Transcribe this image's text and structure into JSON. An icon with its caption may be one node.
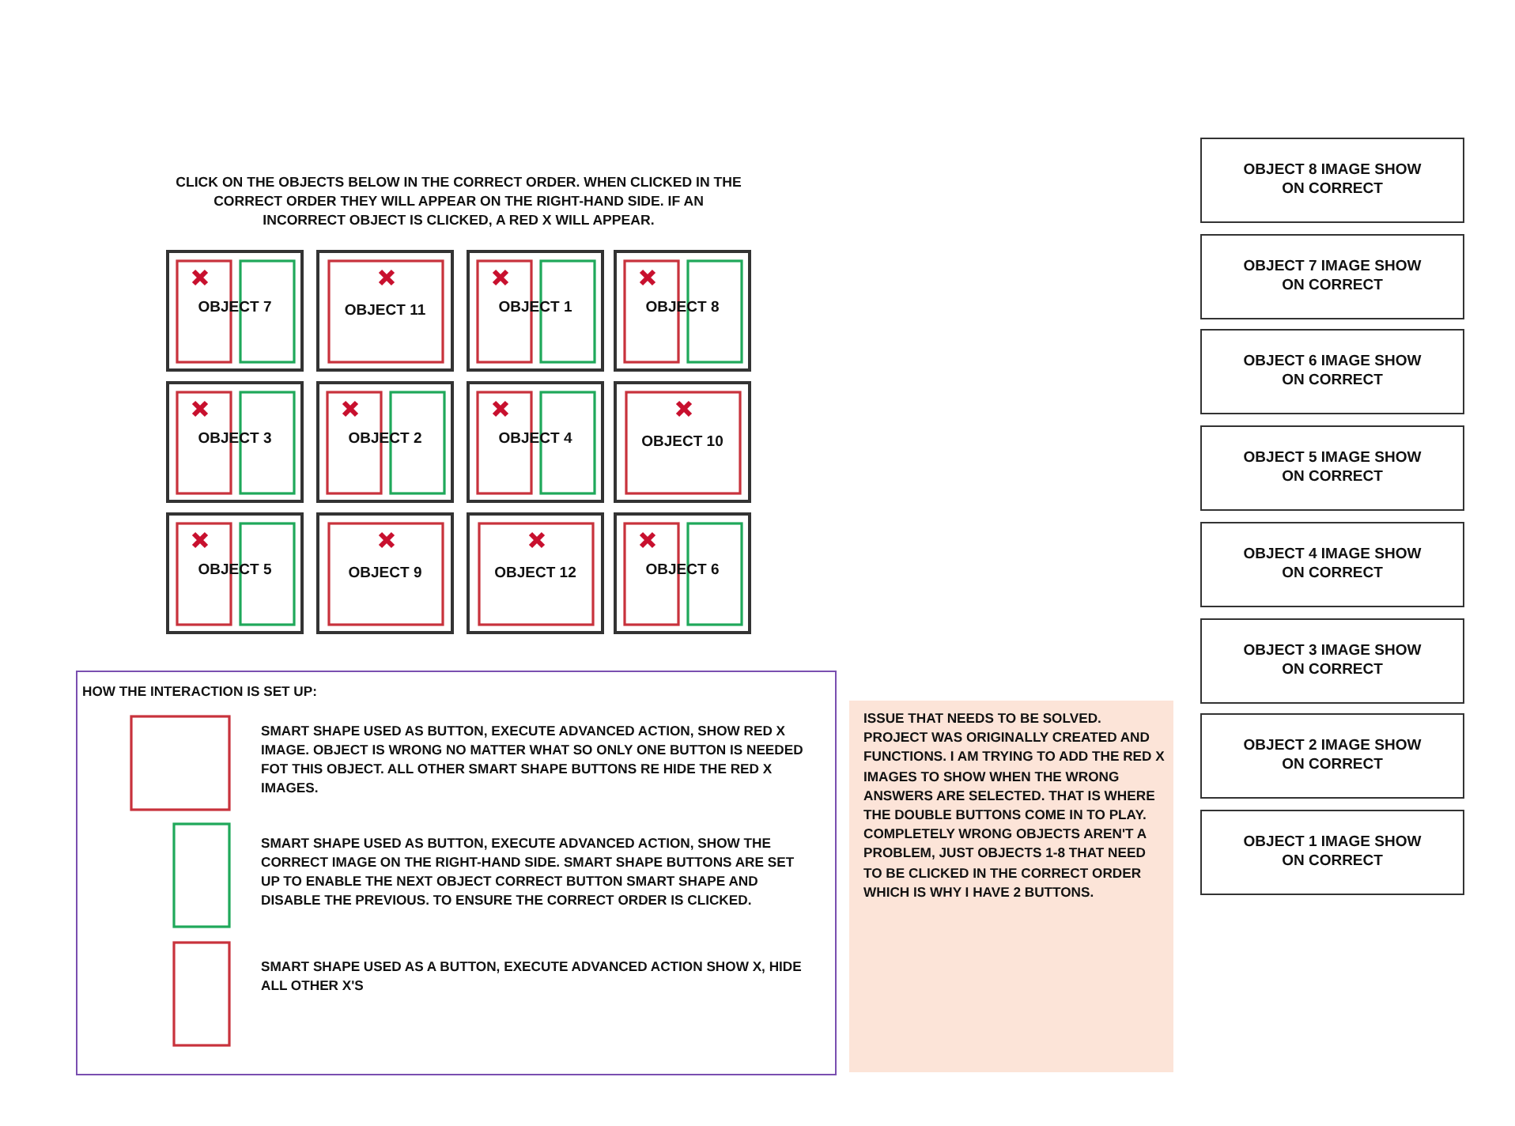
{
  "diagram": {
    "nodes": [
      {
        "text": [
          "OBJECT 7"
        ]
      },
      {
        "text": [
          "OBJECT 11"
        ]
      },
      {
        "text": [
          "OBJECT 1"
        ]
      },
      {
        "text": [
          "OBJECT 8"
        ]
      },
      {
        "text": [
          "OBJECT 3"
        ]
      },
      {
        "text": [
          "OBJECT 2"
        ]
      },
      {
        "text": [
          "OBJECT 4"
        ]
      },
      {
        "text": [
          "OBJECT 10"
        ]
      },
      {
        "text": [
          "OBJECT 5"
        ]
      },
      {
        "text": [
          "OBJECT 9"
        ]
      },
      {
        "text": [
          "OBJECT 12"
        ]
      },
      {
        "text": [
          "OBJECT 6"
        ]
      },
      {
        "text": [
          "OBJECT 8 IMAGE SHOW ON CORRECT"
        ]
      },
      {
        "text": [
          "OBJECT 7 IMAGE SHOW ON CORRECT"
        ]
      },
      {
        "text": [
          "OBJECT 6 IMAGE SHOW ON CORRECT"
        ]
      },
      {
        "text": [
          "OBJECT 5 IMAGE SHOW ON CORRECT"
        ]
      },
      {
        "text": [
          "OBJECT 4 IMAGE SHOW ON CORRECT"
        ]
      },
      {
        "text": [
          "OBJECT 3 IMAGE SHOW ON CORRECT"
        ]
      },
      {
        "text": [
          "OBJECT 2 IMAGE SHOW ON CORRECT"
        ]
      },
      {
        "text": [
          "OBJECT 1 IMAGE SHOW ON CORRECT"
        ]
      },
      {
        "text": [
          "HOW THE INTERACTION IS SET UP:",
          "SMART SHAPE USED AS BUTTON, EXECUTE ADVANCED ACTION, SHOW RED X IMAGE. OBJECT IS WRONG NO MATTER WHAT SO ONLY ONE BUTTON IS NEEDED FOT THIS OBJECT. ALL OTHER SMART SHAPE BUTTONS RE HIDE THE RED X IMAGES.",
          "SMART SHAPE USED AS BUTTON, EXECUTE ADVANCED ACTION, SHOW THE CORRECT IMAGE ON THE RIGHT-HAND SIDE. SMART SHAPE BUTTONS ARE SET UP TO ENABLE THE NEXT OBJECT CORRECT BUTTON SMART SHAPE AND DISABLE THE PREVIOUS. TO ENSURE THE CORRECT ORDER IS CLICKED.",
          "SMART SHAPE USED AS A BUTTON, EXECUTE ADVANCED ACTION SHOW X, HIDE ALL OTHER X'S"
        ]
      },
      {
        "text": [
          "ISSUE THAT NEEDS TO BE SOLVED. PROJECT WAS ORIGINALLY CREATED AND FUNCTIONS. I AM TRYING TO ADD THE RED X IMAGES TO SHOW WHEN THE WRONG ANSWERS ARE SELECTED. THAT IS WHERE THE DOUBLE BUTTONS COME IN TO PLAY. COMPLETELY WRONG OBJECTS AREN'T A PROBLEM, JUST OBJECTS 1-8 THAT NEED TO BE CLICKED IN THE CORRECT ORDER WHICH IS WHY I HAVE 2 BUTTONS."
        ]
      }
    ],
    "edges": [],
    "labels": [
      "CLICK ON THE OBJECTS BELOW IN THE CORRECT ORDER. WHEN CLICKED IN THE CORRECT ORDER THEY WILL APPEAR ON THE RIGHT-HAND SIDE. IF AN INCORRECT OBJECT IS CLICKED, A RED X WILL APPEAR."
    ]
  }
}
